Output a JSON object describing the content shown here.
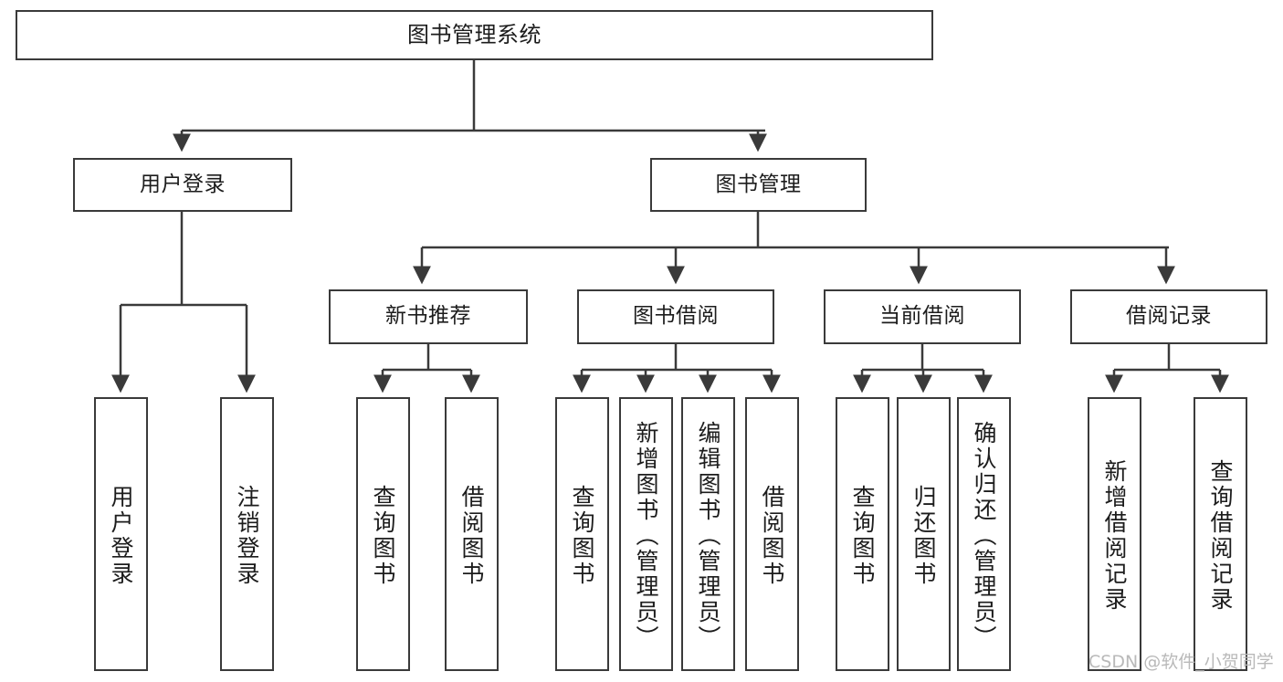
{
  "diagram": {
    "title": "图书管理系统",
    "type": "tree",
    "watermark": "CSDN @软件_小贺同学",
    "colors": {
      "border": "#3a3a3a",
      "text": "#1c1c1c",
      "background": "#ffffff",
      "edge": "#3a3a3a",
      "watermark": "#b9b9b9"
    },
    "nodes": {
      "root": {
        "label": "图书管理系统",
        "level": 0
      },
      "level1": [
        {
          "id": "user-login",
          "label": "用户登录"
        },
        {
          "id": "book-manage",
          "label": "图书管理"
        }
      ],
      "level2": [
        {
          "id": "new-book-recommend",
          "label": "新书推荐",
          "parent": "book-manage"
        },
        {
          "id": "book-borrow",
          "label": "图书借阅",
          "parent": "book-manage"
        },
        {
          "id": "current-borrow",
          "label": "当前借阅",
          "parent": "book-manage"
        },
        {
          "id": "borrow-record",
          "label": "借阅记录",
          "parent": "book-manage"
        }
      ],
      "leaves": [
        {
          "id": "leaf-user-login",
          "label": "用户登录",
          "parent": "user-login"
        },
        {
          "id": "leaf-logout",
          "label": "注销登录",
          "parent": "user-login"
        },
        {
          "id": "leaf-query-book-1",
          "label": "查询图书",
          "parent": "new-book-recommend"
        },
        {
          "id": "leaf-borrow-book-1",
          "label": "借阅图书",
          "parent": "new-book-recommend"
        },
        {
          "id": "leaf-query-book-2",
          "label": "查询图书",
          "parent": "book-borrow"
        },
        {
          "id": "leaf-add-book",
          "label": "新增图书（管理员）",
          "parent": "book-borrow"
        },
        {
          "id": "leaf-edit-book",
          "label": "编辑图书（管理员）",
          "parent": "book-borrow"
        },
        {
          "id": "leaf-borrow-book-2",
          "label": "借阅图书",
          "parent": "book-borrow"
        },
        {
          "id": "leaf-query-book-3",
          "label": "查询图书",
          "parent": "current-borrow"
        },
        {
          "id": "leaf-return-book",
          "label": "归还图书",
          "parent": "current-borrow"
        },
        {
          "id": "leaf-confirm-return",
          "label": "确认归还（管理员）",
          "parent": "current-borrow"
        },
        {
          "id": "leaf-add-record",
          "label": "新增借阅记录",
          "parent": "borrow-record"
        },
        {
          "id": "leaf-query-record",
          "label": "查询借阅记录",
          "parent": "borrow-record"
        }
      ]
    }
  }
}
